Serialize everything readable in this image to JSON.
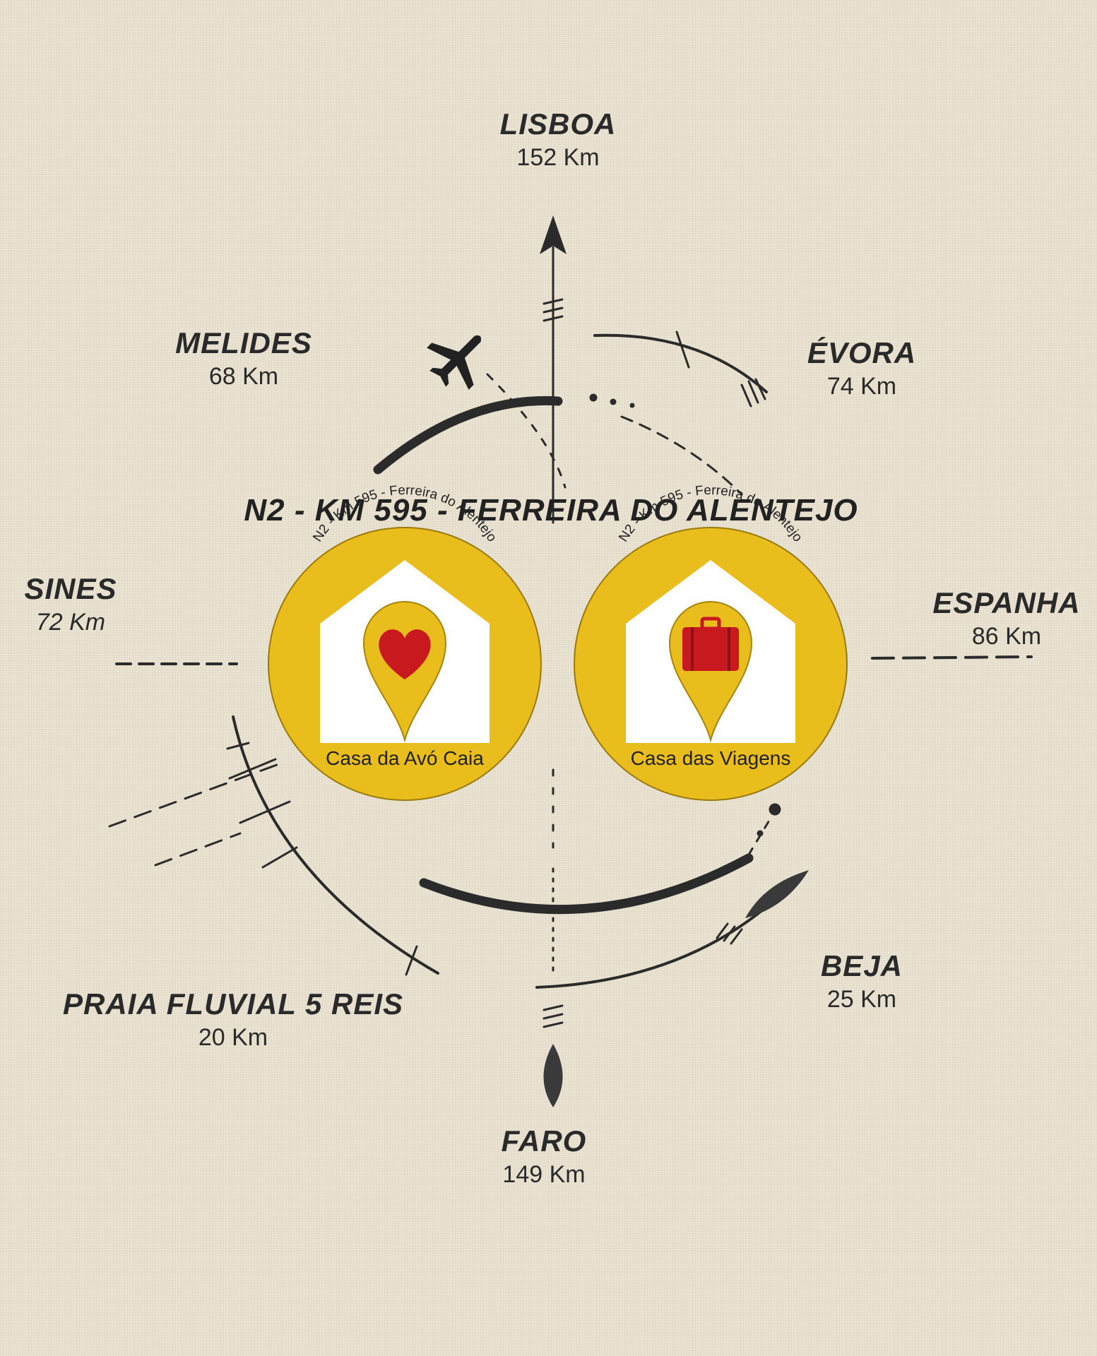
{
  "headline": "N2 - KM 595 - FERREIRA DO ALENTEJO",
  "colors": {
    "badge": "#e8bd1c",
    "icon": "#c8191f",
    "ink": "#222222",
    "background": "#e6dfcd"
  },
  "destinations": {
    "lisboa": {
      "name": "LISBOA",
      "distance": "152 Km"
    },
    "melides": {
      "name": "MELIDES",
      "distance": "68 Km"
    },
    "evora": {
      "name": "ÉVORA",
      "distance": "74 Km"
    },
    "sines": {
      "name": "SINES",
      "distance": "72 Km"
    },
    "espanha": {
      "name": "ESPANHA",
      "distance": "86 Km"
    },
    "praia": {
      "name": "PRAIA FLUVIAL 5 REIS",
      "distance": "20 Km"
    },
    "beja": {
      "name": "BEJA",
      "distance": "25 Km"
    },
    "faro": {
      "name": "FARO",
      "distance": "149 Km"
    }
  },
  "badges": [
    {
      "arc_text": "N2 - Km 595 - Ferreira do Alentejo",
      "label": "Casa da Avó Caia",
      "icon": "heart-icon"
    },
    {
      "arc_text": "N2 - Km 595 - Ferreira do Alentejo",
      "label": "Casa das Viagens",
      "icon": "suitcase-icon"
    }
  ]
}
